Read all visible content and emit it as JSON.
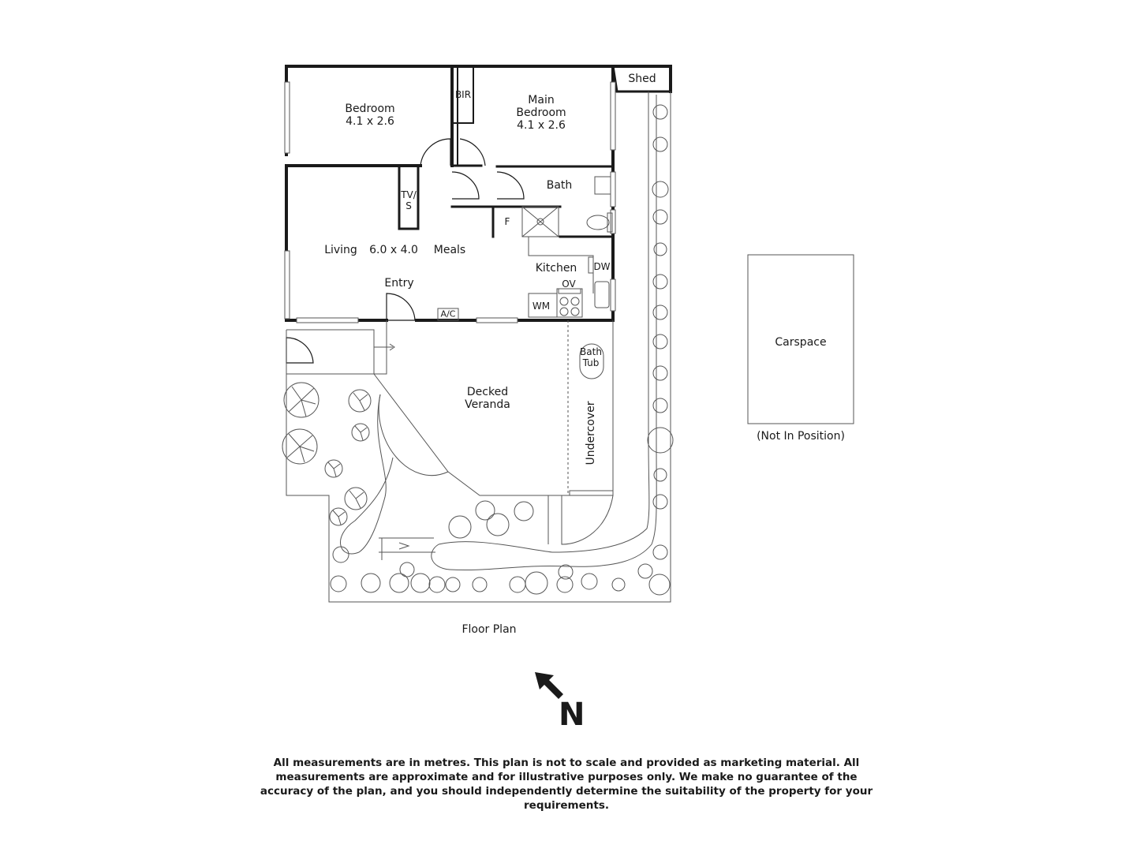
{
  "rooms": {
    "bedroom": {
      "name": "Bedroom",
      "dims": "4.1 x 2.6"
    },
    "main_bedroom": {
      "name_line1": "Main",
      "name_line2": "Bedroom",
      "dims": "4.1 x 2.6"
    },
    "bir": "BIR",
    "shed": "Shed",
    "tv_s_line1": "TV/",
    "tv_s_line2": "S",
    "bath": "Bath",
    "fridge": "F",
    "living": "Living",
    "living_dims": "6.0 x 4.0",
    "meals": "Meals",
    "kitchen": "Kitchen",
    "dw": "DW",
    "ov": "OV",
    "wm": "WM",
    "entry": "Entry",
    "ac": "A/C",
    "bath_tub_line1": "Bath",
    "bath_tub_line2": "Tub",
    "veranda_line1": "Decked",
    "veranda_line2": "Veranda",
    "undercover": "Undercover",
    "carspace": "Carspace",
    "carspace_note": "(Not In Position)"
  },
  "caption": "Floor Plan",
  "north_label": "N",
  "disclaimer": "All measurements are in metres. This plan is not to scale and provided as marketing material. All measurements are approximate and for illustrative purposes only. We make no guarantee of the accuracy of the plan, and you should independently determine the suitability of the property for your requirements.",
  "colors": {
    "walls": "#1a1a1a",
    "thin_lines": "#555555",
    "background": "#ffffff"
  }
}
